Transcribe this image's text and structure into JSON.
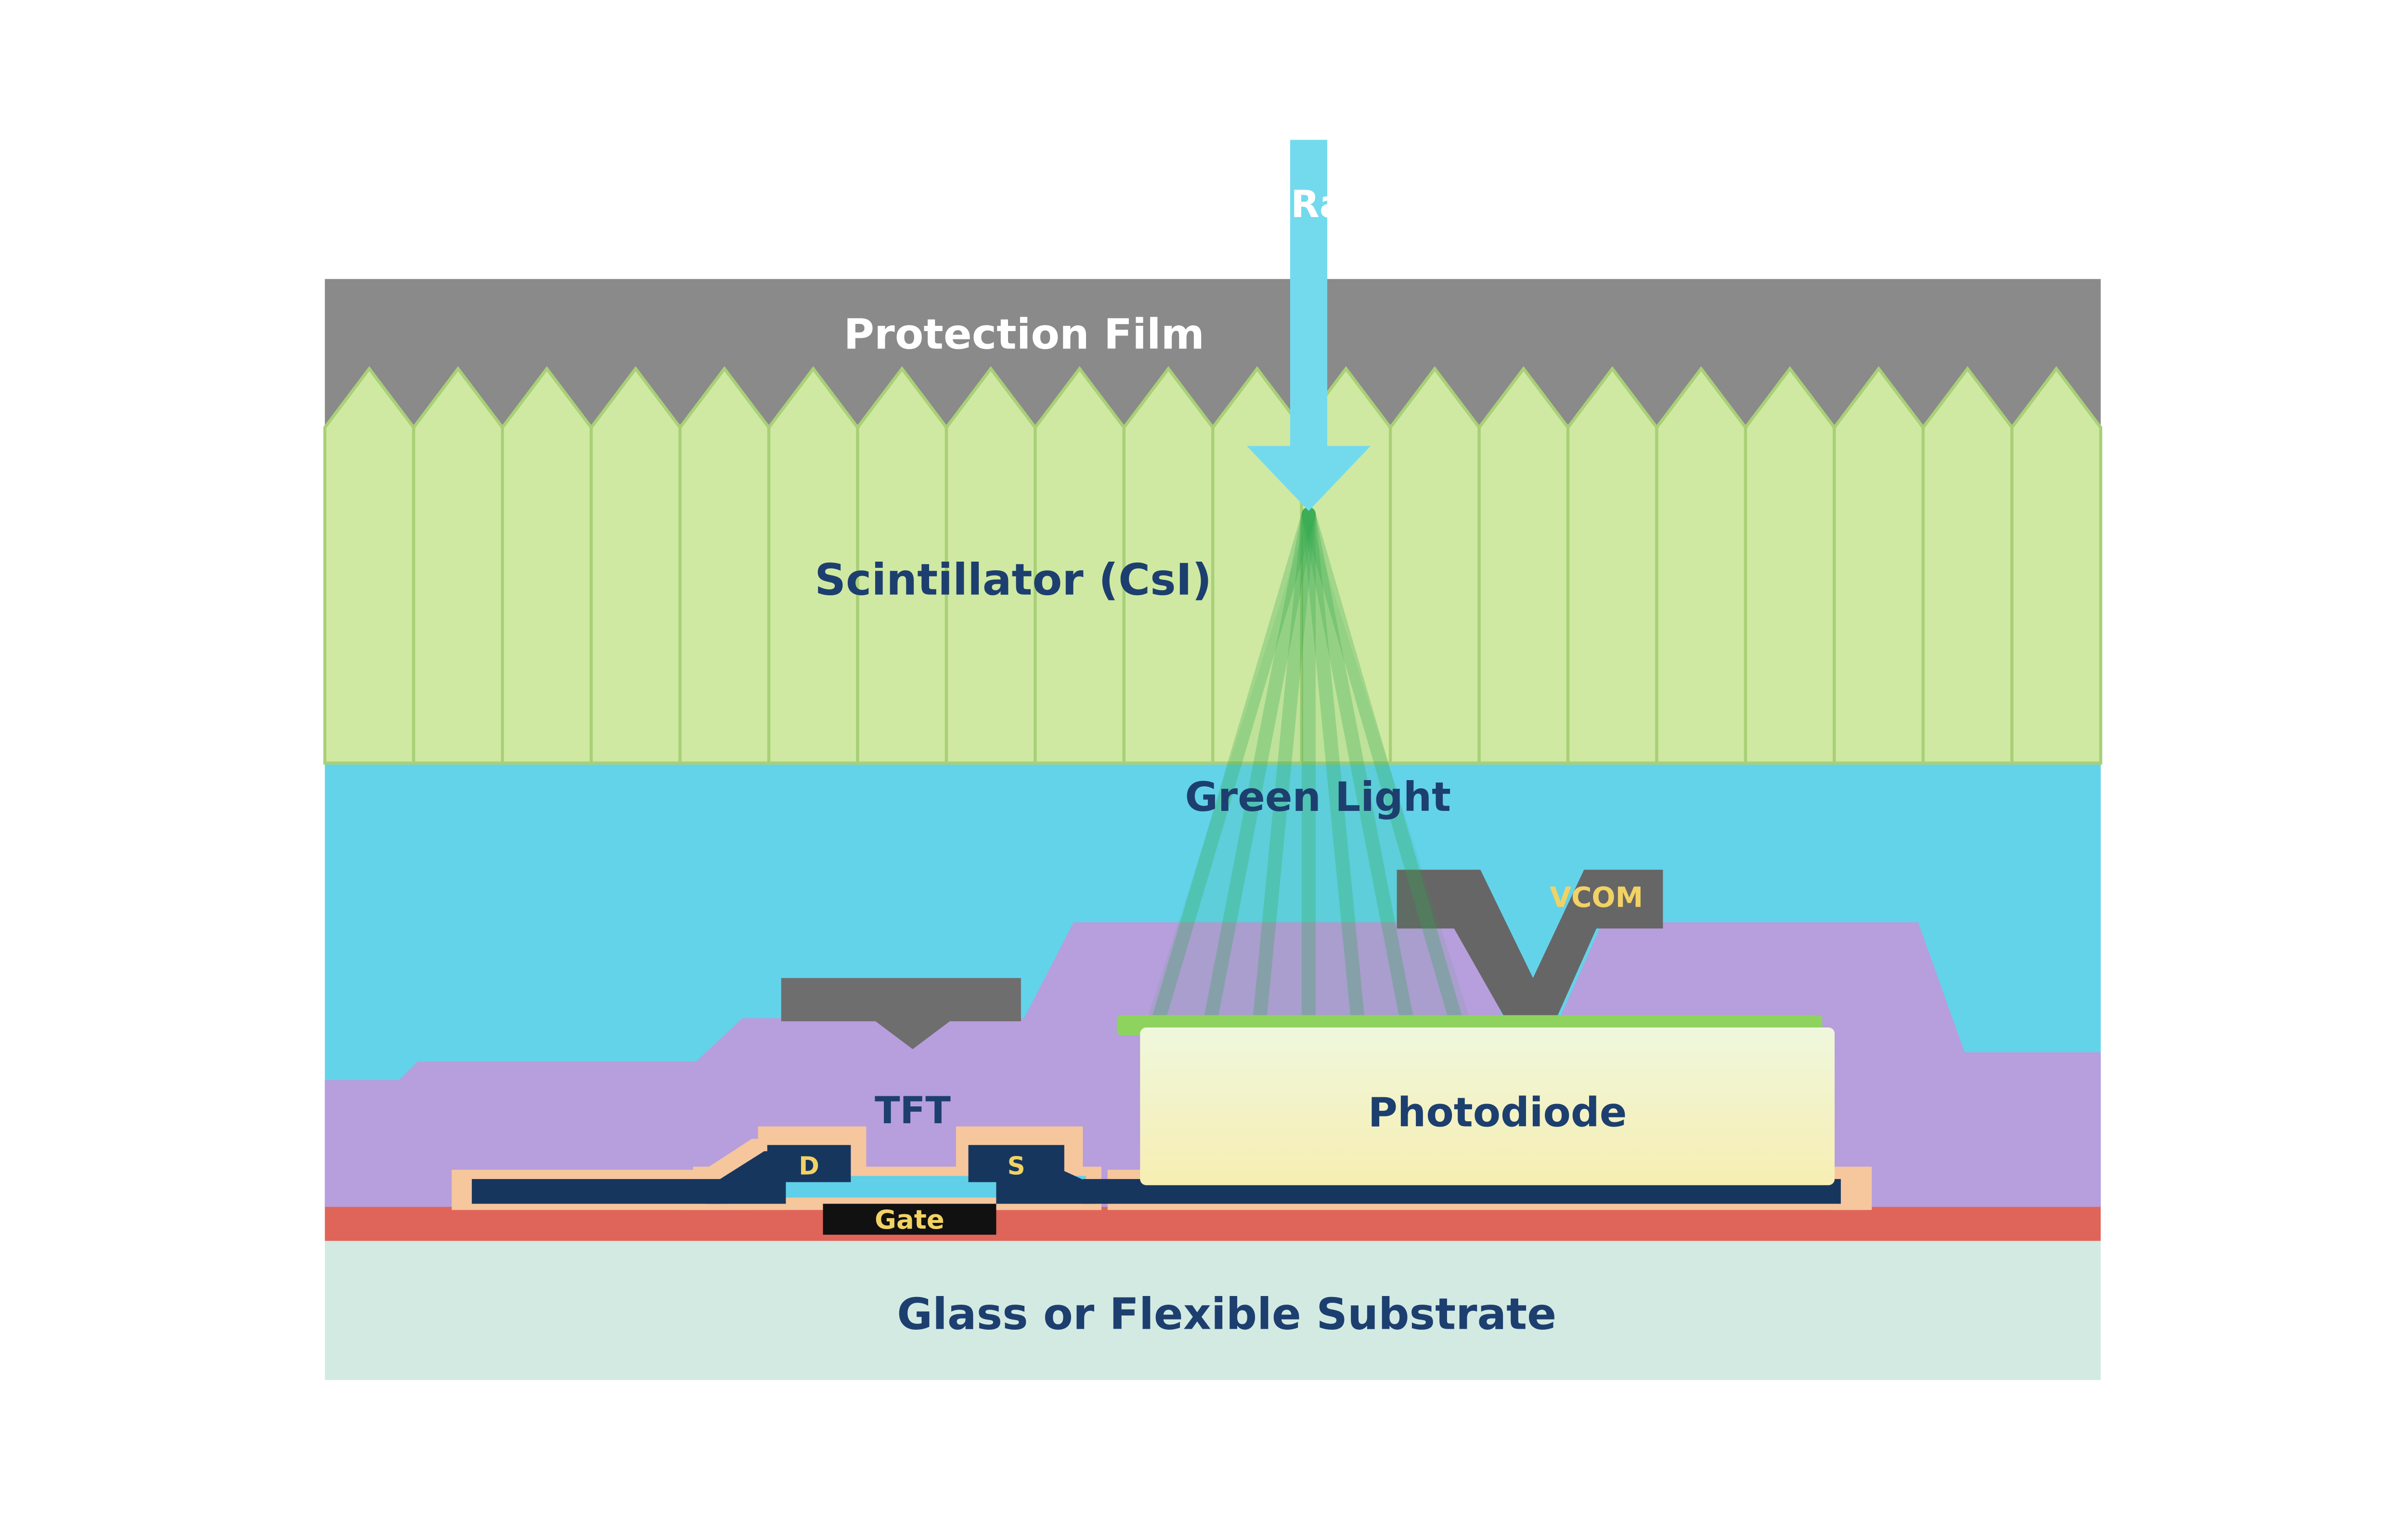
{
  "diagram": {
    "labels": {
      "xray": "X-Ray",
      "protection_film": "Protection Film",
      "scintillator": "Scintillator (CsI)",
      "green_light": "Green Light",
      "vcom": "VCOM",
      "photodiode": "Photodiode",
      "tft": "TFT",
      "drain": "D",
      "source": "S",
      "gate": "Gate",
      "substrate": "Glass or Flexible Substrate"
    },
    "colors": {
      "protection_film_gray": "#8a8a8a",
      "scintillator_green": "#cfe9a2",
      "scintillator_border": "#a9d077",
      "light_cyan": "#63d3ea",
      "passivation_purple": "#b79edc",
      "electrode_gray": "#6b6b6b",
      "photodiode_top_green": "#8ed35e",
      "photodiode_fill_top": "#eff7dc",
      "photodiode_fill_bottom": "#f7eeb2",
      "metal_navy": "#17365e",
      "insulator_peach": "#f6c69d",
      "gate_line_red": "#df655a",
      "substrate_teal": "#d3eae3",
      "xray_arrow_cyan": "#73daee",
      "green_ray": "#2fa84f",
      "text_navy": "#1d3f6f",
      "text_yellow": "#f2d264",
      "gate_black": "#111111"
    }
  }
}
